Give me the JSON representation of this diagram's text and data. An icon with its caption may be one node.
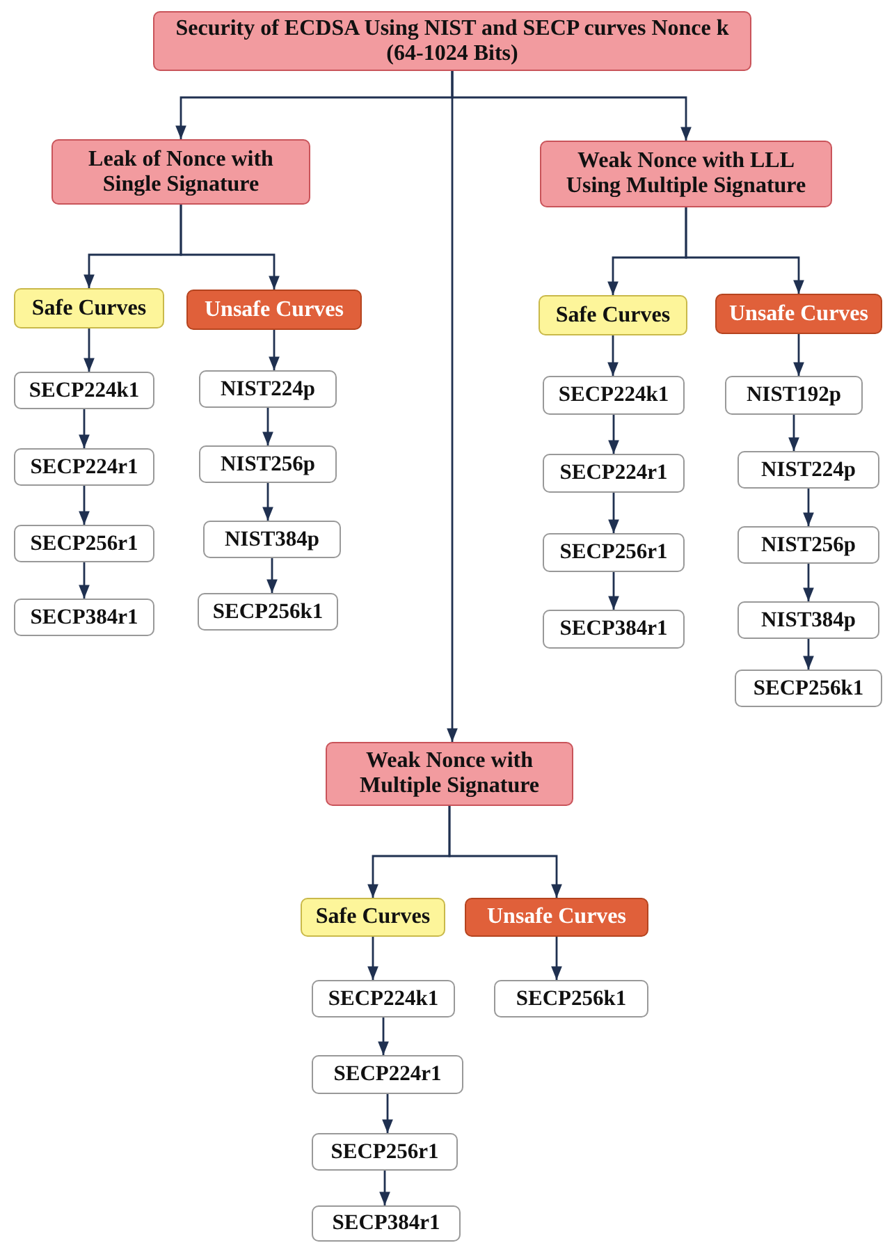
{
  "diagram": {
    "nodes": [
      {
        "text": [
          "Security of ECDSA Using NIST and SECP curves Nonce k (64-1024 Bits)"
        ]
      },
      {
        "text": [
          "Leak of Nonce with Single Signature"
        ]
      },
      {
        "text": [
          "Weak Nonce with LLL Using Multiple Signature"
        ]
      },
      {
        "text": [
          "Safe Curves"
        ]
      },
      {
        "text": [
          "Unsafe Curves"
        ]
      },
      {
        "text": [
          "SECP224k1"
        ]
      },
      {
        "text": [
          "SECP224r1"
        ]
      },
      {
        "text": [
          "SECP256r1"
        ]
      },
      {
        "text": [
          "SECP384r1"
        ]
      },
      {
        "text": [
          "NIST224p"
        ]
      },
      {
        "text": [
          "NIST256p"
        ]
      },
      {
        "text": [
          "NIST384p"
        ]
      },
      {
        "text": [
          "SECP256k1"
        ]
      },
      {
        "text": [
          "Safe Curves"
        ]
      },
      {
        "text": [
          "Unsafe Curves"
        ]
      },
      {
        "text": [
          "SECP224k1"
        ]
      },
      {
        "text": [
          "SECP224r1"
        ]
      },
      {
        "text": [
          "SECP256r1"
        ]
      },
      {
        "text": [
          "SECP384r1"
        ]
      },
      {
        "text": [
          "NIST192p"
        ]
      },
      {
        "text": [
          "NIST224p"
        ]
      },
      {
        "text": [
          "NIST256p"
        ]
      },
      {
        "text": [
          "NIST384p"
        ]
      },
      {
        "text": [
          "SECP256k1"
        ]
      },
      {
        "text": [
          "Weak Nonce with Multiple Signature"
        ]
      },
      {
        "text": [
          "Safe Curves"
        ]
      },
      {
        "text": [
          "Unsafe Curves"
        ]
      },
      {
        "text": [
          "SECP224k1"
        ]
      },
      {
        "text": [
          "SECP224r1"
        ]
      },
      {
        "text": [
          "SECP256r1"
        ]
      },
      {
        "text": [
          "SECP384r1"
        ]
      },
      {
        "text": [
          "SECP256k1"
        ]
      }
    ],
    "edges": [
      {
        "from": 0,
        "to": 1,
        "arrow": "to"
      },
      {
        "from": 0,
        "to": 2,
        "arrow": "to"
      },
      {
        "from": 0,
        "to": 24,
        "arrow": "to"
      },
      {
        "from": 1,
        "to": 3,
        "arrow": "to"
      },
      {
        "from": 1,
        "to": 4,
        "arrow": "to"
      },
      {
        "from": 3,
        "to": 5,
        "arrow": "to"
      },
      {
        "from": 5,
        "to": 6,
        "arrow": "to"
      },
      {
        "from": 6,
        "to": 7,
        "arrow": "to"
      },
      {
        "from": 7,
        "to": 8,
        "arrow": "to"
      },
      {
        "from": 4,
        "to": 9,
        "arrow": "to"
      },
      {
        "from": 9,
        "to": 10,
        "arrow": "to"
      },
      {
        "from": 10,
        "to": 11,
        "arrow": "to"
      },
      {
        "from": 11,
        "to": 12,
        "arrow": "to"
      },
      {
        "from": 2,
        "to": 13,
        "arrow": "to"
      },
      {
        "from": 2,
        "to": 14,
        "arrow": "to"
      },
      {
        "from": 13,
        "to": 15,
        "arrow": "to"
      },
      {
        "from": 15,
        "to": 16,
        "arrow": "to"
      },
      {
        "from": 16,
        "to": 17,
        "arrow": "to"
      },
      {
        "from": 17,
        "to": 18,
        "arrow": "to"
      },
      {
        "from": 14,
        "to": 19,
        "arrow": "to"
      },
      {
        "from": 19,
        "to": 20,
        "arrow": "to"
      },
      {
        "from": 20,
        "to": 21,
        "arrow": "to"
      },
      {
        "from": 21,
        "to": 22,
        "arrow": "to"
      },
      {
        "from": 22,
        "to": 23,
        "arrow": "to"
      },
      {
        "from": 24,
        "to": 25,
        "arrow": "to"
      },
      {
        "from": 24,
        "to": 26,
        "arrow": "to"
      },
      {
        "from": 25,
        "to": 27,
        "arrow": "to"
      },
      {
        "from": 27,
        "to": 28,
        "arrow": "to"
      },
      {
        "from": 28,
        "to": 29,
        "arrow": "to"
      },
      {
        "from": 29,
        "to": 30,
        "arrow": "to"
      },
      {
        "from": 26,
        "to": 31,
        "arrow": "to"
      }
    ]
  }
}
